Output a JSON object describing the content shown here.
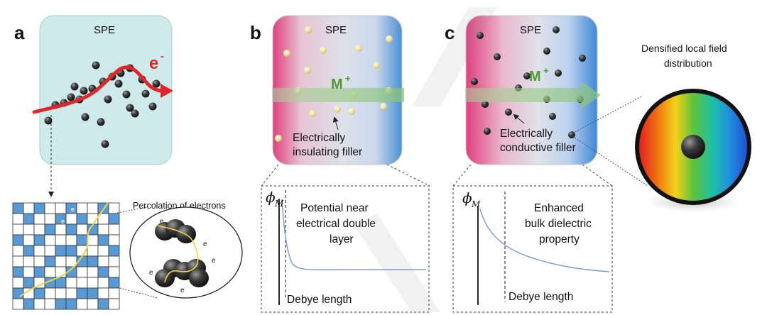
{
  "panels": {
    "a": {
      "letter": "a",
      "box_title": "SPE",
      "electron_label": "e",
      "electron_sup": "-",
      "percolation_title": "Percolation of electrons",
      "cluster_electrons": [
        "e",
        "e",
        "e",
        "e",
        "e"
      ],
      "grid_electrons": [
        "e",
        "e",
        "e"
      ],
      "electron_sup_small": "-"
    },
    "b": {
      "letter": "b",
      "box_title": "SPE",
      "ion_label": "M",
      "ion_sup": "+",
      "filler_line1": "Electrically",
      "filler_line2": "insulating filler",
      "plot_ylabel": "ϕ",
      "plot_ylabel_sub": "M",
      "plot_text1": "Potential near",
      "plot_text2": "electrical double",
      "plot_text3": "layer",
      "plot_xlabel": "Debye length"
    },
    "c": {
      "letter": "c",
      "box_title": "SPE",
      "ion_label": "M",
      "ion_sup": "+",
      "filler_line1": "Electrically",
      "filler_line2": "conductive filler",
      "plot_ylabel": "ϕ",
      "plot_ylabel_sub": "M",
      "plot_text1": "Enhanced",
      "plot_text2": "bulk dielectric",
      "plot_text3": "property",
      "plot_xlabel": "Debye length",
      "field_title1": "Densified local field",
      "field_title2": "distribution"
    }
  },
  "colors": {
    "spe_box_a": "#cfeaea",
    "gradient_pink": "#e0417e",
    "gradient_blue": "#4a90d6",
    "arrow_red": "#e0262a",
    "ion_green": "#4e9a2e",
    "filler_yellow": "#efe0a0",
    "grid_blue": "#5a9ad4",
    "curve_blue": "#7a9ed0"
  }
}
